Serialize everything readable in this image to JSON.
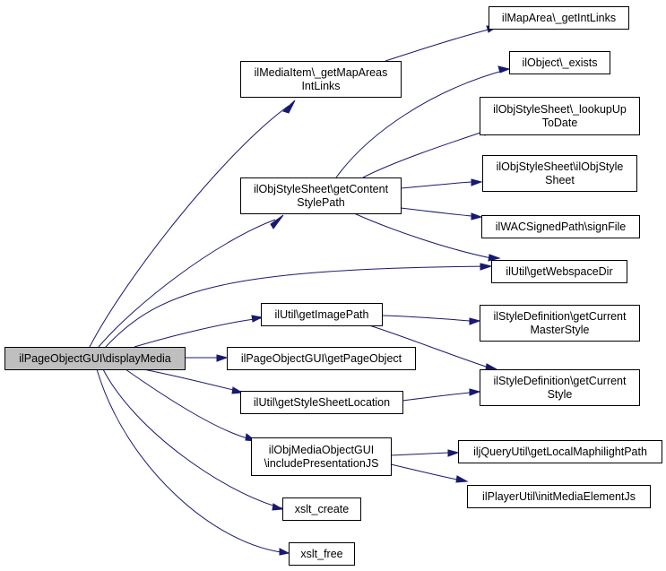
{
  "diagram": {
    "nodes": [
      {
        "id": "root",
        "lines": [
          "ilPageObjectGUI\\displayMedia"
        ]
      },
      {
        "id": "mediaitem",
        "lines": [
          "ilMediaItem\\_getMapAreas",
          "IntLinks"
        ]
      },
      {
        "id": "contentstyle",
        "lines": [
          "ilObjStyleSheet\\getContent",
          "StylePath"
        ]
      },
      {
        "id": "imagepath",
        "lines": [
          "ilUtil\\getImagePath"
        ]
      },
      {
        "id": "pageobject",
        "lines": [
          "ilPageObjectGUI\\getPageObject"
        ]
      },
      {
        "id": "stylesheetloc",
        "lines": [
          "ilUtil\\getStyleSheetLocation"
        ]
      },
      {
        "id": "mediaobjgui",
        "lines": [
          "ilObjMediaObjectGUI",
          "\\includePresentationJS"
        ]
      },
      {
        "id": "xsltcreate",
        "lines": [
          "xslt_create"
        ]
      },
      {
        "id": "xsltfree",
        "lines": [
          "xslt_free"
        ]
      },
      {
        "id": "maparea",
        "lines": [
          "ilMapArea\\_getIntLinks"
        ]
      },
      {
        "id": "objexists",
        "lines": [
          "ilObject\\_exists"
        ]
      },
      {
        "id": "lookup",
        "lines": [
          "ilObjStyleSheet\\_lookupUp",
          "ToDate"
        ]
      },
      {
        "id": "stylesheetctor",
        "lines": [
          "ilObjStyleSheet\\ilObjStyle",
          "Sheet"
        ]
      },
      {
        "id": "signfile",
        "lines": [
          "ilWACSignedPath\\signFile"
        ]
      },
      {
        "id": "webspace",
        "lines": [
          "ilUtil\\getWebspaceDir"
        ]
      },
      {
        "id": "masterstyle",
        "lines": [
          "ilStyleDefinition\\getCurrent",
          "MasterStyle"
        ]
      },
      {
        "id": "currentstyle",
        "lines": [
          "ilStyleDefinition\\getCurrent",
          "Style"
        ]
      },
      {
        "id": "maphilight",
        "lines": [
          "iljQueryUtil\\getLocalMaphilightPath"
        ]
      },
      {
        "id": "playerutil",
        "lines": [
          "ilPlayerUtil\\initMediaElementJs"
        ]
      }
    ],
    "edges": [
      {
        "from": "root",
        "to": "mediaitem"
      },
      {
        "from": "root",
        "to": "contentstyle"
      },
      {
        "from": "root",
        "to": "webspace"
      },
      {
        "from": "root",
        "to": "imagepath"
      },
      {
        "from": "root",
        "to": "pageobject"
      },
      {
        "from": "root",
        "to": "stylesheetloc"
      },
      {
        "from": "root",
        "to": "mediaobjgui"
      },
      {
        "from": "root",
        "to": "xsltcreate"
      },
      {
        "from": "root",
        "to": "xsltfree"
      },
      {
        "from": "mediaitem",
        "to": "maparea"
      },
      {
        "from": "contentstyle",
        "to": "objexists"
      },
      {
        "from": "contentstyle",
        "to": "lookup"
      },
      {
        "from": "contentstyle",
        "to": "stylesheetctor"
      },
      {
        "from": "contentstyle",
        "to": "signfile"
      },
      {
        "from": "contentstyle",
        "to": "webspace"
      },
      {
        "from": "imagepath",
        "to": "masterstyle"
      },
      {
        "from": "imagepath",
        "to": "currentstyle"
      },
      {
        "from": "stylesheetloc",
        "to": "currentstyle"
      },
      {
        "from": "mediaobjgui",
        "to": "maphilight"
      },
      {
        "from": "mediaobjgui",
        "to": "playerutil"
      }
    ]
  }
}
